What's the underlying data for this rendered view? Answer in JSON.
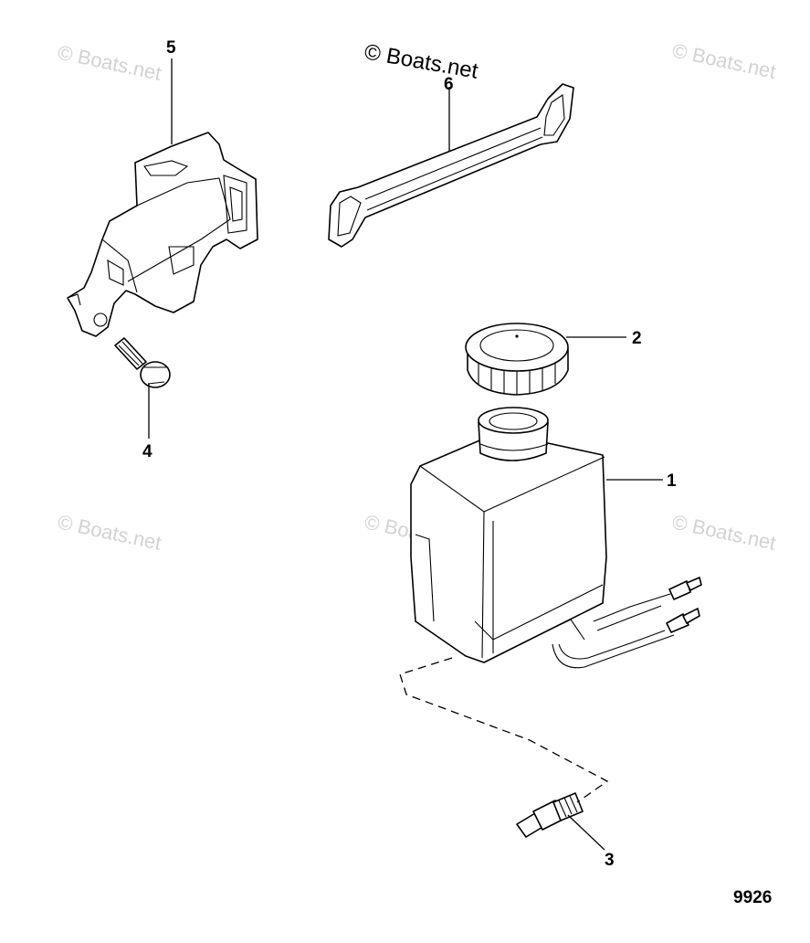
{
  "watermark_text": "© Boats.net",
  "figure_number": "9926",
  "callouts": {
    "p1": "1",
    "p2": "2",
    "p3": "3",
    "p4": "4",
    "p5": "5",
    "p6": "6"
  },
  "colors": {
    "line": "#000000",
    "watermark_faded": "#d2d2d2"
  }
}
